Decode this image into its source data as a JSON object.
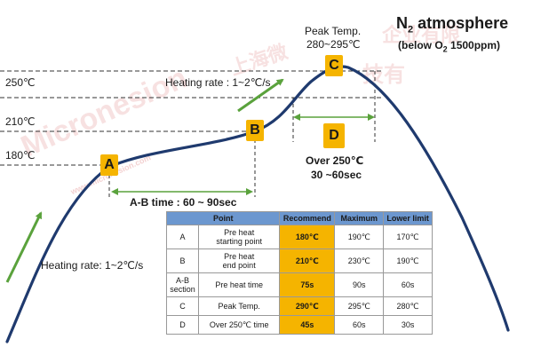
{
  "title": {
    "prefix": "N",
    "subscript": "2",
    "suffix": " atmosphere",
    "subtitle_prefix": "(below O",
    "subtitle_subscript": "2",
    "subtitle_suffix": " 1500ppm)"
  },
  "temperature_labels": [
    "250℃",
    "210℃",
    "180℃"
  ],
  "points": {
    "a": "A",
    "b": "B",
    "c": "C",
    "d": "D"
  },
  "annotations": {
    "peak_title": "Peak Temp.",
    "peak_range": "280~295℃",
    "heating_rate_top": "Heating rate : 1~2℃/s",
    "heating_rate_left": "Heating rate: 1~2℃/s",
    "over250_line1": "Over 250℃",
    "over250_line2": "30 ~60sec",
    "ab_time": "A-B time : 60 ~ 90sec"
  },
  "watermark": {
    "brand": "Micronesion",
    "cn": "上海微",
    "cn2": "企业有限",
    "cn3": "技有",
    "url": "www.microhesion.com"
  },
  "table": {
    "headers": [
      "Point",
      "Recommend",
      "Maximum",
      "Lower limit"
    ],
    "rows": [
      {
        "point": "A",
        "desc_line1": "Pre   heat",
        "desc_line2": "starting point",
        "recommend": "180℃",
        "maximum": "190℃",
        "lower": "170℃"
      },
      {
        "point": "B",
        "desc_line1": "Pre heat",
        "desc_line2": "end point",
        "recommend": "210℃",
        "maximum": "230℃",
        "lower": "190℃"
      },
      {
        "point_line1": "A-B",
        "point_line2": "section",
        "desc": "Pre heat time",
        "recommend": "75s",
        "maximum": "90s",
        "lower": "60s"
      },
      {
        "point": "C",
        "desc": "Peak Temp.",
        "recommend": "290℃",
        "maximum": "295℃",
        "lower": "280℃"
      },
      {
        "point": "D",
        "desc": "Over 250℃ time",
        "recommend": "45s",
        "maximum": "60s",
        "lower": "30s"
      }
    ]
  },
  "colors": {
    "curve": "#1f3a6e",
    "arrow": "#5aa23c",
    "point_fill": "#f5b400",
    "header_fill": "#6c97cf"
  }
}
